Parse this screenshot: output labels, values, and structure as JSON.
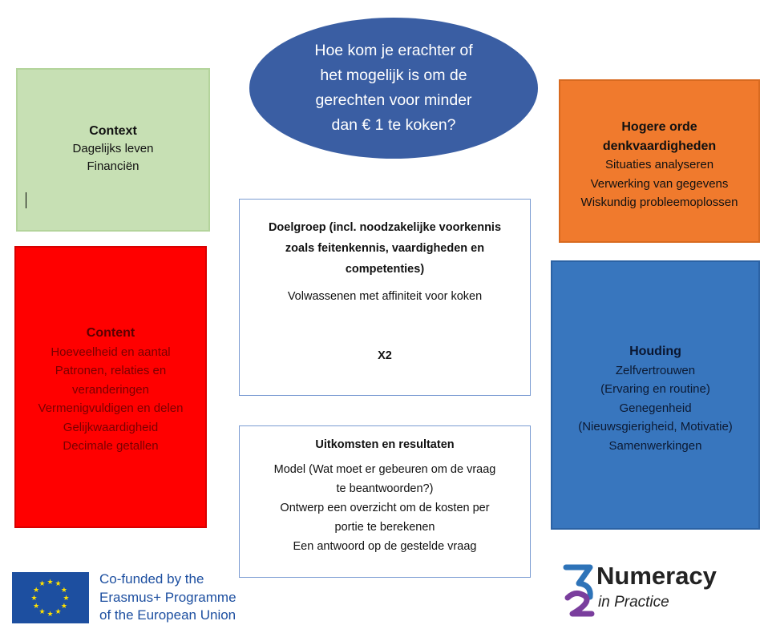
{
  "question": {
    "lines": [
      "Hoe kom je erachter of",
      "het mogelijk is om de",
      "gerechten voor minder",
      "dan € 1 te koken?"
    ]
  },
  "context": {
    "title": "Context",
    "items": [
      "Dagelijks leven",
      "Financiën"
    ]
  },
  "content": {
    "title": "Content",
    "items": [
      "Hoeveelheid en aantal",
      "Patronen, relaties en",
      "veranderingen",
      "Vermenigvuldigen en delen",
      "Gelijkwaardigheid",
      "Decimale getallen"
    ]
  },
  "higher_order": {
    "title_lines": [
      "Hogere orde",
      "denkvaardigheden"
    ],
    "items": [
      "Situaties analyseren",
      "Verwerking van gegevens",
      "Wiskundig probleemoplossen"
    ]
  },
  "attitude": {
    "title": "Houding",
    "items": [
      "Zelfvertrouwen",
      "(Ervaring en routine)",
      "Genegenheid",
      "(Nieuwsgierigheid, Motivatie)",
      "Samenwerkingen"
    ]
  },
  "target_group": {
    "title_lines": [
      "Doelgroep (incl. noodzakelijke voorkennis",
      "zoals feitenkennis, vaardigheden en",
      "competenties)"
    ],
    "audience": "Volwassenen met affiniteit voor koken",
    "level": "X2"
  },
  "outcomes": {
    "title": "Uitkomsten en resultaten",
    "lines": [
      "Model (Wat moet er gebeuren om de vraag",
      "te beantwoorden?)",
      "Ontwerp een overzicht om de kosten per",
      "portie te berekenen",
      "Een antwoord op de gestelde vraag"
    ]
  },
  "footer": {
    "eu_flag_icon": "eu-flag-icon",
    "cofunded_lines": [
      "Co-funded by the",
      "Erasmus+ Programme",
      "of the European Union"
    ],
    "logo": {
      "icon": "numeracy-logo-icon",
      "word": "Numeracy",
      "sub": "in Practice",
      "colors": {
        "blue": "#2e73b8",
        "purple": "#7a3e9d",
        "dark": "#232323"
      }
    }
  },
  "colors": {
    "ellipse": "#3a5ea3",
    "context": "#c7e0b4",
    "content": "#ff0000",
    "higher_order": "#f07a2d",
    "attitude": "#3876be",
    "border": "#7a9bd2"
  }
}
